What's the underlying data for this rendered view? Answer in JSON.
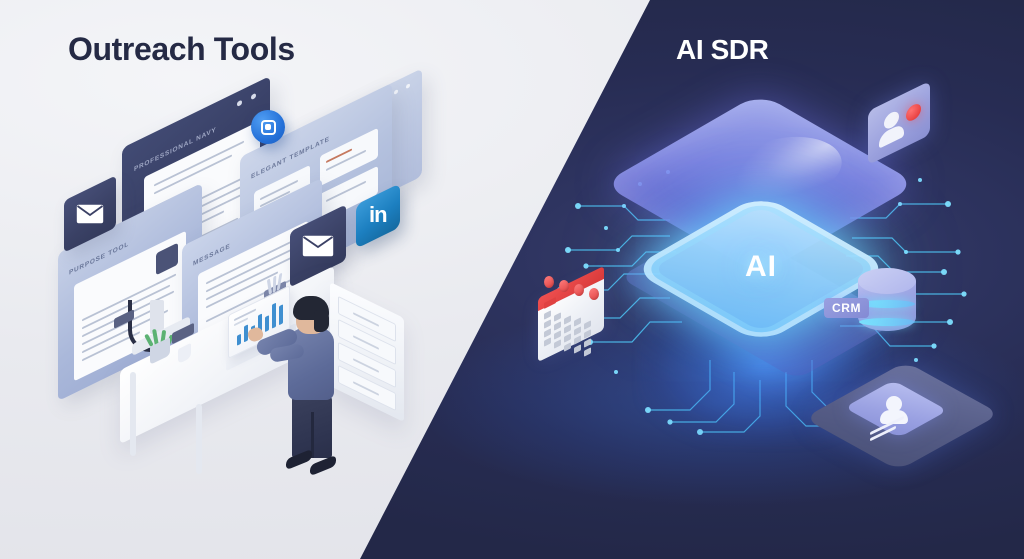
{
  "image": {
    "type": "split-comparison-illustration",
    "layout": "diagonal-split",
    "left_panel_bg": "#e9eaef",
    "right_panel_bg": "#2a3058"
  },
  "left": {
    "title": "Outreach Tools",
    "title_color": "#252a45",
    "scene_name": "isometric-desk-workspace",
    "cards": [
      {
        "id": "navy",
        "label": "PROFESSIONAL NAVY"
      },
      {
        "id": "template",
        "label": "ELEGANT TEMPLATE"
      },
      {
        "id": "purpose",
        "label": "PURPOSE TOOL"
      },
      {
        "id": "message",
        "label": "MESSAGE"
      }
    ],
    "badges": {
      "linkedin": "in",
      "chat": "chat-badge"
    },
    "icons": [
      "envelope-icon",
      "envelope-icon",
      "linkedin-icon",
      "chat-bubble-icon"
    ],
    "desk": {
      "laptop_chart": "bar-chart",
      "items": [
        "laptop",
        "plant",
        "mug",
        "phone",
        "pen-cup",
        "monitor",
        "drawer-cabinet"
      ]
    },
    "person": {
      "name": "sales-rep-figure",
      "shirt_color": "#5d6b99",
      "pants_color": "#2e3450"
    }
  },
  "right": {
    "title": "AI SDR",
    "title_color": "#ffffff",
    "scene_name": "isometric-ai-chip",
    "chip_label": "AI",
    "chip_glow_color": "#6ec4ff",
    "cube_color": "#868cf0",
    "objects": [
      {
        "id": "contact-card",
        "label": "",
        "icon": "contact-card-icon",
        "badge": "notification-dot"
      },
      {
        "id": "crm",
        "label": "CRM",
        "icon": "database-icon"
      },
      {
        "id": "calendar",
        "label": "",
        "icon": "calendar-icon"
      },
      {
        "id": "phone",
        "label": "",
        "icon": "smartphone-icon"
      }
    ],
    "accent_circuit_color": "#5ad8ff",
    "calendar_accent": "#e04242"
  }
}
